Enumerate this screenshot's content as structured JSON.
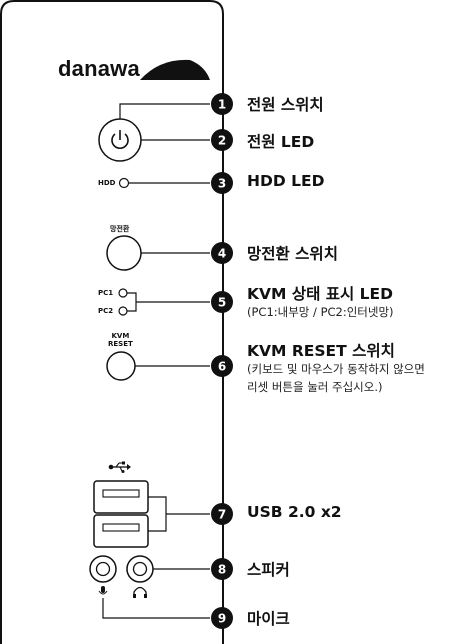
{
  "logo": {
    "text": "danawa"
  },
  "panel_labels": {
    "hdd": "HDD",
    "net_switch": "망전환",
    "pc1": "PC1",
    "pc2": "PC2",
    "kvm_reset_line1": "KVM",
    "kvm_reset_line2": "RESET"
  },
  "features": [
    {
      "number": "1",
      "title": "전원 스위치",
      "subtitle": ""
    },
    {
      "number": "2",
      "title": "전원 LED",
      "subtitle": ""
    },
    {
      "number": "3",
      "title": "HDD LED",
      "subtitle": ""
    },
    {
      "number": "4",
      "title": "망전환 스위치",
      "subtitle": ""
    },
    {
      "number": "5",
      "title": "KVM 상태 표시 LED",
      "subtitle": "(PC1:내부망 / PC2:인터넷망)"
    },
    {
      "number": "6",
      "title": "KVM RESET 스위치",
      "subtitle": "(키보드 및 마우스가 동작하지 않으면",
      "subtitle2": " 리셋 버튼을 눌러 주십시오.)"
    },
    {
      "number": "7",
      "title": "USB 2.0 x2",
      "subtitle": ""
    },
    {
      "number": "8",
      "title": "스피커",
      "subtitle": ""
    },
    {
      "number": "9",
      "title": "마이크",
      "subtitle": ""
    }
  ],
  "icons": {
    "power": "power-icon",
    "usb": "usb-icon",
    "headphone": "headphone-icon",
    "microphone": "microphone-icon"
  },
  "colors": {
    "line": "#111111",
    "badge": "#111111",
    "background": "#ffffff"
  }
}
